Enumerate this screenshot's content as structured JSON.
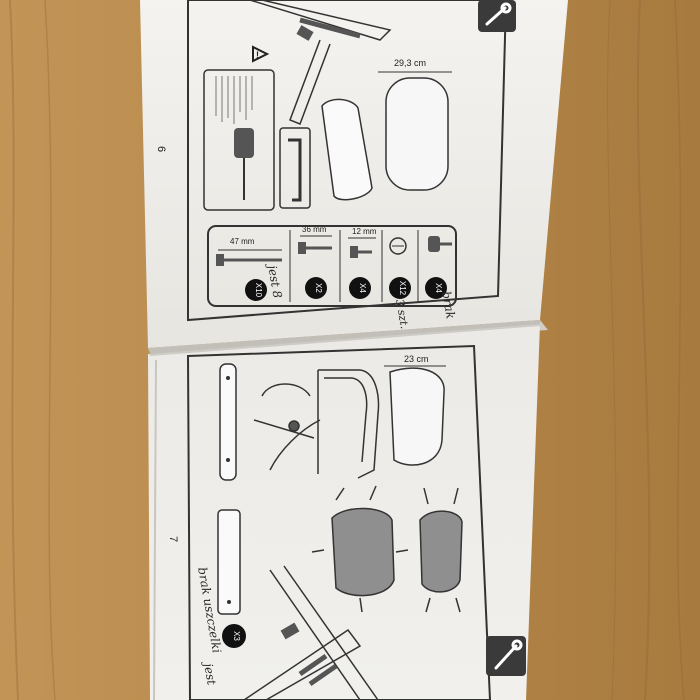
{
  "scene": {
    "colors": {
      "table_wood": "#b98a4e",
      "table_wood_dark": "#9a6c35",
      "paper": "#f2f1ee",
      "paper_shadow": "#d9d7d2",
      "ink": "#2b2b2b",
      "panel_gray": "#8e8e8e",
      "icon_box": "#3a3a3a"
    },
    "top_page": {
      "page_number": "6",
      "tool_icon": "wrench-icon",
      "warning_icon": "warning-triangle-icon",
      "dimension_seat": "29,3 cm",
      "parts": {
        "screw_long": {
          "length": "47 mm",
          "qty": "X10"
        },
        "screw_mid": {
          "length": "36 mm",
          "qty": "X2"
        },
        "screw_short": {
          "length": "12 mm",
          "qty": "X4"
        },
        "cap_nut": {
          "qty": "X12"
        },
        "knob": {
          "qty": "X4"
        }
      },
      "handwriting": {
        "note_1": "jest 8",
        "note_2": "brak",
        "note_3": "3 szt."
      }
    },
    "bottom_page": {
      "page_number": "7",
      "tool_icon": "wrench-icon",
      "dimension_tray": "23 cm",
      "qty_bracket": "X3",
      "handwriting": {
        "note_1": "brak uszczelki",
        "note_2": "jest"
      }
    }
  }
}
